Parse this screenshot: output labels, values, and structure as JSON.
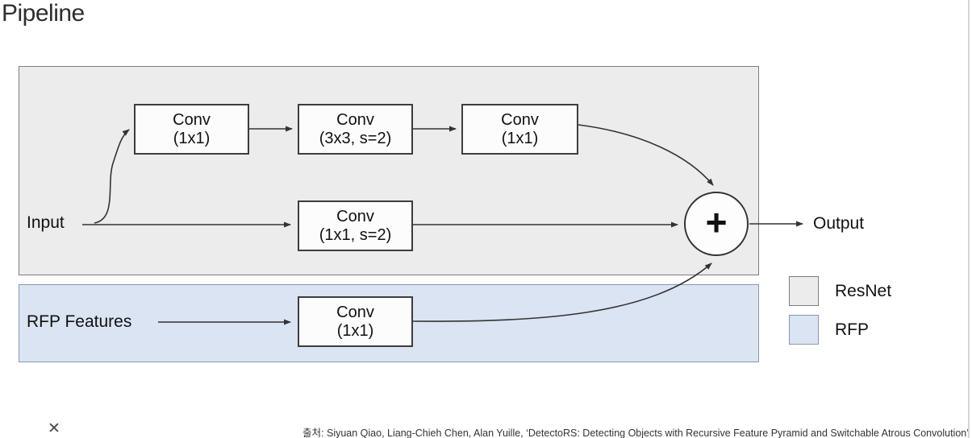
{
  "page": {
    "title": "Pipeline",
    "citation": "출처: Siyuan Qiao, Liang-Chieh Chen, Alan Yuille, ‘DetectoRS: Detecting Objects with Recursive Feature Pyramid and Switchable Atrous Convolution’"
  },
  "icons": {
    "close": "✕"
  },
  "diagram": {
    "input_label": "Input",
    "output_label": "Output",
    "rfp_features_label": "RFP Features",
    "sum_symbol": "+",
    "boxes": [
      {
        "line1": "Conv",
        "line2": "(1x1)"
      },
      {
        "line1": "Conv",
        "line2": "(3x3, s=2)"
      },
      {
        "line1": "Conv",
        "line2": "(1x1)"
      },
      {
        "line1": "Conv",
        "line2": "(1x1, s=2)"
      },
      {
        "line1": "Conv",
        "line2": "(1x1)"
      }
    ],
    "legend": [
      {
        "label": "ResNet",
        "color": "#ececec"
      },
      {
        "label": "RFP",
        "color": "#dbe4f3"
      }
    ],
    "colors": {
      "resnet_region_bg": "#ececec",
      "rfp_region_bg": "#dbe4f3",
      "conv_box_fill": "#fcfcfc",
      "conv_box_border": "#3d3d3d",
      "region_border_gray": "#7d7d7d",
      "region_border_blue": "#8a97ad",
      "connector_line": "#333333"
    }
  }
}
